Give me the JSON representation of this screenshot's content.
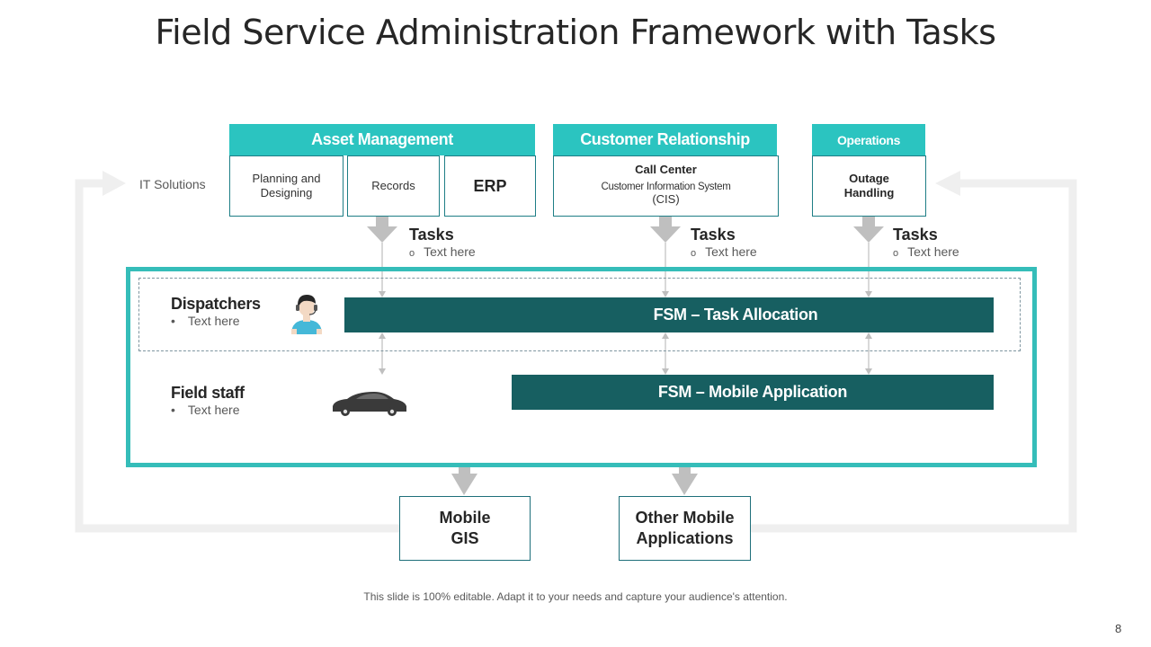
{
  "title": "Field Service Administration Framework with Tasks",
  "it_solutions_label": "IT Solutions",
  "groups": {
    "asset_management": {
      "header": "Asset Management",
      "cells": [
        "Planning and Designing",
        "Records",
        "ERP"
      ]
    },
    "customer_relationship": {
      "header": "Customer Relationship",
      "title": "Call Center",
      "subtitle": "Customer Information System",
      "subtitle2": "(CIS)"
    },
    "operations": {
      "header": "Operations",
      "cell": "Outage Handling"
    }
  },
  "tasks": [
    {
      "title": "Tasks",
      "item": "Text here"
    },
    {
      "title": "Tasks",
      "item": "Text here"
    },
    {
      "title": "Tasks",
      "item": "Text here"
    }
  ],
  "bullet_circle": "o",
  "roles": {
    "dispatchers": {
      "title": "Dispatchers",
      "item": "Text here"
    },
    "field_staff": {
      "title": "Field staff",
      "item": "Text here"
    }
  },
  "bullet_dot": "•",
  "bars": {
    "task_allocation": "FSM – Task Allocation",
    "mobile_application": "FSM – Mobile Application"
  },
  "outputs": {
    "mobile_gis": [
      "Mobile",
      "GIS"
    ],
    "other_mobile": [
      "Other Mobile",
      "Applications"
    ]
  },
  "footer": "This slide is 100% editable. Adapt it to your needs and capture your audience's attention.",
  "page_number": "8",
  "colors": {
    "teal_header": "#2bc4c0",
    "frame_teal": "#35bdb9",
    "bar_dark_teal": "#175f61",
    "arrow_gray": "#bfbfbf",
    "loop_gray": "#efefef"
  }
}
